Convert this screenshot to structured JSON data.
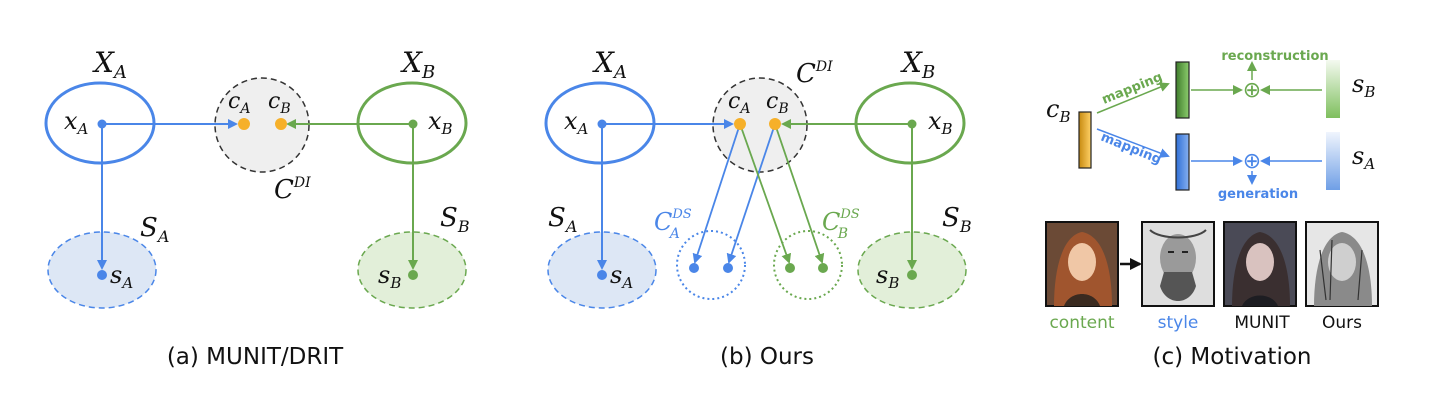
{
  "colors": {
    "blue": "#4a86e8",
    "green": "#6aa84f",
    "orange": "#f6b02a",
    "gray_fill": "#efefef",
    "blue_fill": "#dde7f5",
    "green_fill": "#e2efd9"
  },
  "panel_a": {
    "X_A": {
      "base": "X",
      "sub": "A"
    },
    "X_B": {
      "base": "X",
      "sub": "B"
    },
    "x_A": {
      "base": "x",
      "sub": "A"
    },
    "x_B": {
      "base": "x",
      "sub": "B"
    },
    "c_A": {
      "base": "c",
      "sub": "A"
    },
    "c_B": {
      "base": "c",
      "sub": "B"
    },
    "C_DI": {
      "base": "C",
      "sup": "DI"
    },
    "S_A": {
      "base": "S",
      "sub": "A"
    },
    "S_B": {
      "base": "S",
      "sub": "B"
    },
    "s_A": {
      "base": "s",
      "sub": "A"
    },
    "s_B": {
      "base": "s",
      "sub": "B"
    },
    "caption": "(a) MUNIT/DRIT"
  },
  "panel_b": {
    "X_A": {
      "base": "X",
      "sub": "A"
    },
    "X_B": {
      "base": "X",
      "sub": "B"
    },
    "x_A": {
      "base": "x",
      "sub": "A"
    },
    "x_B": {
      "base": "x",
      "sub": "B"
    },
    "c_A": {
      "base": "c",
      "sub": "A"
    },
    "c_B": {
      "base": "c",
      "sub": "B"
    },
    "C_DI": {
      "base": "C",
      "sup": "DI"
    },
    "C_A_DS": {
      "base": "C",
      "sub": "A",
      "sup": "DS"
    },
    "C_B_DS": {
      "base": "C",
      "sub": "B",
      "sup": "DS"
    },
    "S_A": {
      "base": "S",
      "sub": "A"
    },
    "S_B": {
      "base": "S",
      "sub": "B"
    },
    "s_A": {
      "base": "s",
      "sub": "A"
    },
    "s_B": {
      "base": "s",
      "sub": "B"
    },
    "caption": "(b) Ours"
  },
  "panel_c": {
    "c_B": {
      "base": "c",
      "sub": "B"
    },
    "s_B": {
      "base": "s",
      "sub": "B"
    },
    "s_A": {
      "base": "s",
      "sub": "A"
    },
    "mapping_top": "mapping",
    "mapping_bottom": "mapping",
    "reconstruction": "reconstruction",
    "generation": "generation",
    "oplus": "⊕",
    "image_labels": [
      "content",
      "style",
      "MUNIT",
      "Ours"
    ],
    "caption": "(c) Motivation"
  }
}
